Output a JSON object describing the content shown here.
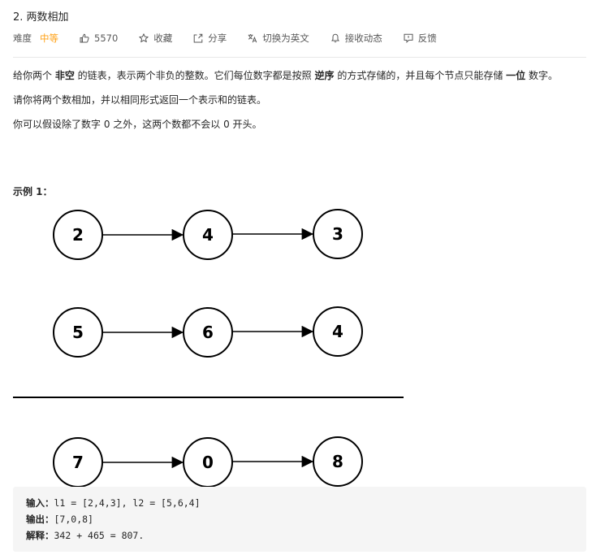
{
  "problem": {
    "title": "2. 两数相加"
  },
  "meta": {
    "difficulty_label": "难度",
    "difficulty_value": "中等",
    "likes": "5570",
    "favorite": "收藏",
    "share": "分享",
    "switch_lang": "切换为英文",
    "notify": "接收动态",
    "feedback": "反馈"
  },
  "description": {
    "p1_a": "给你两个 ",
    "p1_b": "非空",
    "p1_c": " 的链表，表示两个非负的整数。它们每位数字都是按照 ",
    "p1_d": "逆序",
    "p1_e": " 的方式存储的，并且每个节点只能存储 ",
    "p1_f": "一位",
    "p1_g": " 数字。",
    "p2": "请你将两个数相加，并以相同形式返回一个表示和的链表。",
    "p3": "你可以假设除了数字 0 之外，这两个数都不会以 0 开头。"
  },
  "example": {
    "title": "示例 1：",
    "lists": [
      [
        "2",
        "4",
        "3"
      ],
      [
        "5",
        "6",
        "4"
      ],
      [
        "7",
        "0",
        "8"
      ]
    ],
    "input_label": "输入：",
    "input_value": "l1 = [2,4,3], l2 = [5,6,4]",
    "output_label": "输出：",
    "output_value": "[7,0,8]",
    "explain_label": "解释：",
    "explain_value": "342 + 465 = 807."
  },
  "icons": {
    "like": "thumbs-up-icon",
    "favorite": "star-icon",
    "share": "share-icon",
    "translate": "translate-icon",
    "notify": "bell-icon",
    "feedback": "feedback-icon"
  },
  "colors": {
    "accent": "#ffa116"
  }
}
